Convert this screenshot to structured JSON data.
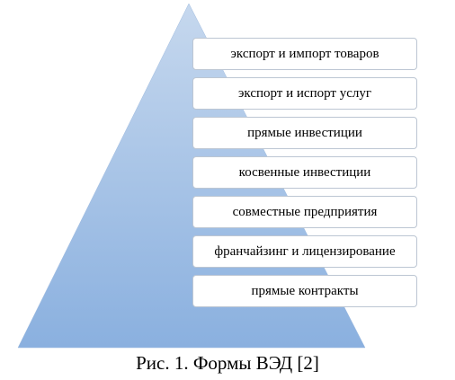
{
  "pyramid": {
    "levels": [
      "экспорт и импорт товаров",
      "экспорт и испорт услуг",
      "прямые инвестиции",
      "косвенные инвестиции",
      "совместные предприятия",
      "франчайзинг и лицензирование",
      "прямые контракты"
    ]
  },
  "caption": "Рис. 1. Формы ВЭД [2]",
  "colors": {
    "pyramid_top": "#c6d8ee",
    "pyramid_bottom": "#8ab0df",
    "box_border": "#bcc6d3"
  }
}
